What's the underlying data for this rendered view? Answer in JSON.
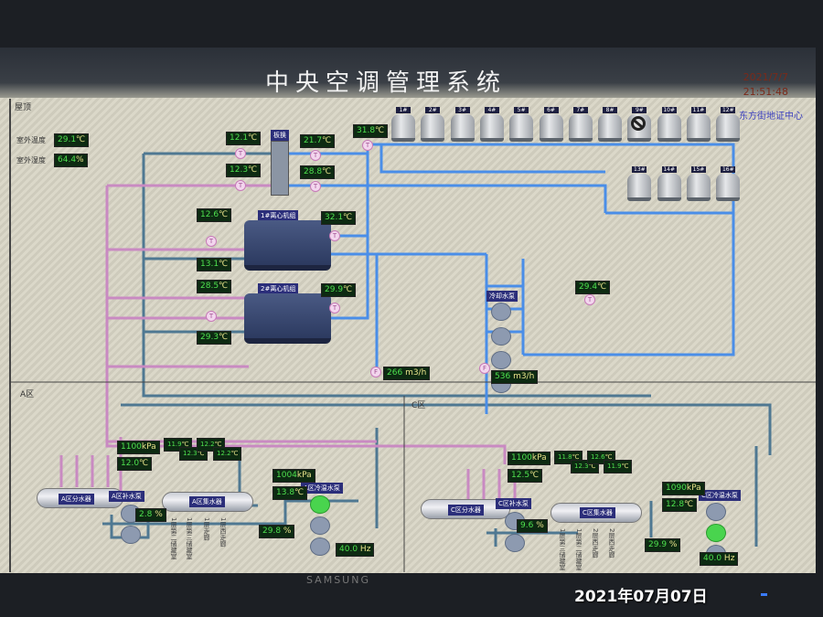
{
  "header": {
    "title": "中央空调管理系统",
    "date": "2021/7/7",
    "time": "21:51:48",
    "org": "东方街地证中心"
  },
  "roof_label": "屋顶",
  "outdoor": {
    "temp_label": "室外温度",
    "temp": "29.1",
    "humid_label": "室外湿度",
    "humid": "64.4"
  },
  "units": {
    "c": "℃",
    "pct": "%",
    "kpa": "kPa",
    "hz": "Hz",
    "flow": "m3/h"
  },
  "readouts": {
    "hx_in1": "12.1",
    "hx_in2": "12.3",
    "hx_out1": "21.7",
    "hx_out2": "28.8",
    "tower_supply": "31.8",
    "ch1_evap_in": "12.6",
    "ch1_evap_out": "13.1",
    "ch1_cond": "32.1",
    "ch2_evap_in": "28.5",
    "ch2_evap_out": "29.3",
    "ch2_cond": "29.9",
    "cooling_return": "29.4",
    "flow_a": "266",
    "flow_c": "536",
    "a_supply_p": "1100",
    "a_supply_t": "12.0",
    "a_b1": "11.9",
    "a_b2": "12.3",
    "a_b3": "12.2",
    "a_b4": "12.2",
    "a_return_p": "1004",
    "a_return_t": "13.8",
    "a_valve": "2.8",
    "a_pump_valve": "29.8",
    "a_freq": "40.0",
    "c_supply_p": "1100",
    "c_supply_t": "12.5",
    "c_b1": "11.8",
    "c_b2": "12.3",
    "c_b3": "12.6",
    "c_b4": "11.9",
    "c_return_p": "1090",
    "c_return_t": "12.8",
    "c_valve": "9.6",
    "c_pump_valve": "29.9",
    "c_freq": "40.0"
  },
  "labels": {
    "plate_hx": "板换",
    "chiller1": "1#离心机组",
    "chiller2": "2#离心机组",
    "cooling_pumps": "冷却水泵",
    "zone_a": "A区",
    "zone_c": "C区",
    "a_dist": "A区分水器",
    "a_coll": "A区集水器",
    "a_makeup": "A区补水泵",
    "a_circ": "A区冷温水泵",
    "c_dist": "C区分水器",
    "c_coll": "C区集水器",
    "c_makeup": "C区补水泵",
    "c_circ": "C区冷温水泵"
  },
  "a_branches": [
    "1层第二储藏室",
    "1层第三储藏室",
    "1层走廊",
    "1层西走廊"
  ],
  "c_branches": [
    "1层第三储藏室",
    "1层第二储藏室",
    "2层西走廊",
    "2层西走廊"
  ],
  "towers": [
    "1#",
    "2#",
    "3#",
    "4#",
    "5#",
    "6#",
    "7#",
    "8#",
    "9#",
    "10#",
    "11#",
    "12#",
    "13#",
    "14#",
    "15#",
    "16#"
  ],
  "disabled_tower": "9#",
  "bezel": {
    "brand": "SAMSUNG"
  },
  "photo_stamp": "2021年07月07日"
}
